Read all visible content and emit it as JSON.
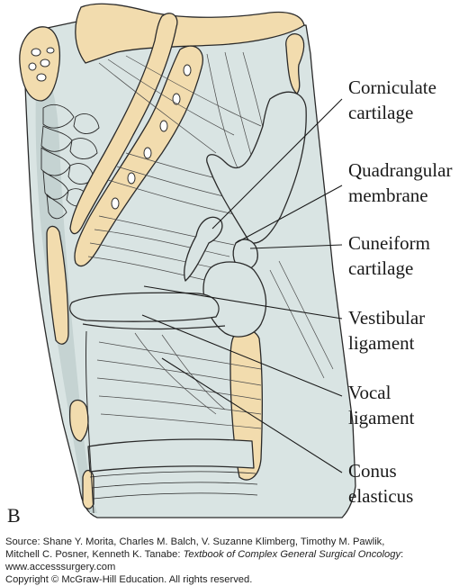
{
  "figure": {
    "panel_letter": "B",
    "labels": [
      {
        "id": "corniculate",
        "lines": [
          "Corniculate",
          "cartilage"
        ]
      },
      {
        "id": "quadrangular",
        "lines": [
          "Quadrangular",
          "membrane"
        ]
      },
      {
        "id": "cuneiform",
        "lines": [
          "Cuneiform",
          "cartilage"
        ]
      },
      {
        "id": "vestibular",
        "lines": [
          "Vestibular",
          "ligament"
        ]
      },
      {
        "id": "vocal",
        "lines": [
          "Vocal",
          "ligament"
        ]
      },
      {
        "id": "conus",
        "lines": [
          "Conus",
          "elasticus"
        ]
      }
    ],
    "colors": {
      "cartilage": "#f2dcae",
      "membrane": "#d9e4e3",
      "membrane_dark": "#c5d3d2",
      "outline": "#2a2a2a"
    }
  },
  "caption": {
    "source_prefix": "Source: Shane Y. Morita, Charles M. Balch, V. Suzanne Klimberg, Timothy M. Pawlik,",
    "source_line2_authors": "Mitchell C. Posner, Kenneth K. Tanabe: ",
    "source_title": "Textbook of Complex General Surgical Oncology",
    "source_line2_end": ":",
    "url": "www.accesssurgery.com",
    "copyright": "Copyright © McGraw-Hill Education. All rights reserved."
  }
}
